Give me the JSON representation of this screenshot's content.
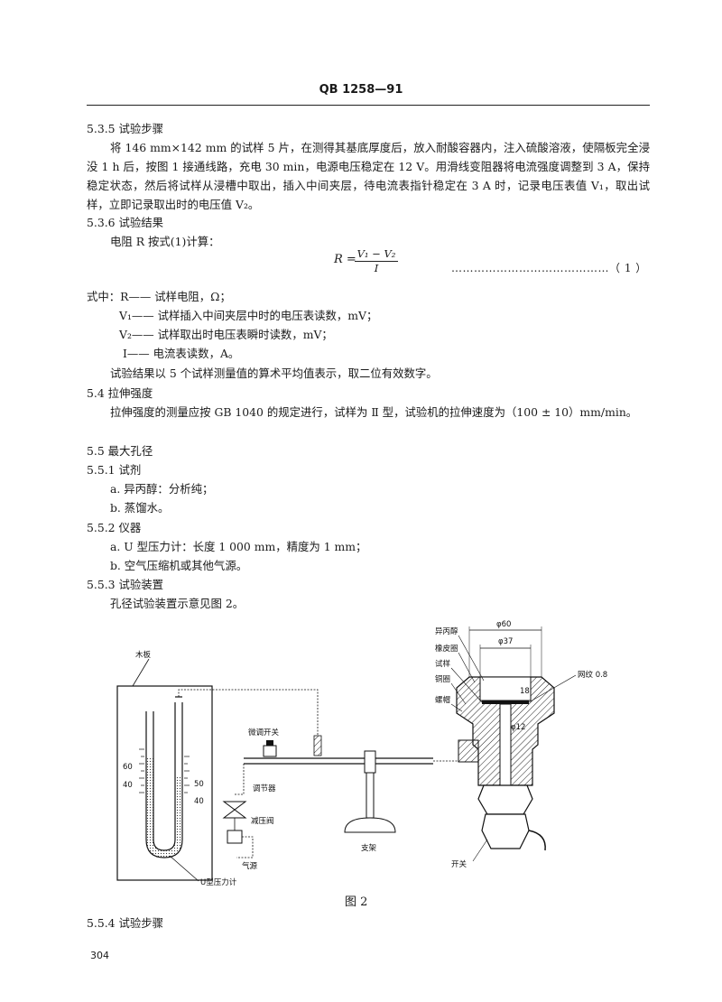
{
  "header": {
    "doc_code": "QB 1258—91"
  },
  "s535": {
    "heading": "5.3.5  试验步骤",
    "text": "将 146 mm×142 mm 的试样 5 片，在测得其基底厚度后，放入耐酸容器内，注入硫酸溶液，使隔板完全浸没 1 h 后，按图 1 接通线路，充电 30 min，电源电压稳定在 12 V。用滑线变阻器将电流强度调整到 3 A，保持稳定状态，然后将试样从浸槽中取出，插入中间夹层，待电流表指针稳定在 3 A 时，记录电压表值 V₁，取出试样，立即记录取出时的电压值 V₂。"
  },
  "s536": {
    "heading": "5.3.6  试验结果",
    "intro": "电阻 R 按式(1)计算：",
    "formula_lhs": "R = ",
    "formula_num": "V₁ − V₂",
    "formula_den": "I",
    "formula_dots": "……………………………………（ 1 ）",
    "where": "式中：R—— 试样电阻，Ω；",
    "v1": "V₁—— 试样插入中间夹层中时的电压表读数，mV；",
    "v2": "V₂—— 试样取出时电压表瞬时读数，mV；",
    "i": "I—— 电流表读数，A。",
    "result": "试验结果以 5 个试样测量值的算术平均值表示，取二位有效数字。"
  },
  "s54": {
    "heading": "5.4  拉伸强度",
    "text": "拉伸强度的测量应按 GB 1040 的规定进行，试样为 Ⅱ 型，试验机的拉伸速度为（100 ± 10）mm/min。"
  },
  "s55": {
    "heading": "5.5  最大孔径"
  },
  "s551": {
    "heading": "5.5.1  试剂",
    "a": "a.   异丙醇：分析纯；",
    "b": "b.   蒸馏水。"
  },
  "s552": {
    "heading": "5.5.2  仪器",
    "a": "a.   U 型压力计：长度 1 000 mm，精度为 1 mm；",
    "b": "b.   空气压缩机或其他气源。"
  },
  "s553": {
    "heading": "5.5.3  试验装置",
    "text": "孔径试验装置示意见图 2。"
  },
  "figure": {
    "caption": "图 2",
    "labels": {
      "board": "木板",
      "fine_switch": "微调开关",
      "regulator": "调节器",
      "reducer": "减压阀",
      "gas": "气源",
      "manometer": "U型压力计",
      "stand": "支架",
      "switch": "开关",
      "ipa": "异丙醇",
      "gasket": "橡皮圈",
      "sample": "试样",
      "copper_ring": "铜圈",
      "cap": "螺帽",
      "mesh": "网纹 0.8",
      "d60": "φ60",
      "d37": "φ37",
      "d12": "φ12",
      "h18": "18",
      "t60": "60",
      "t50": "50",
      "t40": "40",
      "t40b": "40"
    }
  },
  "s554": {
    "heading": "5.5.4  试验步骤"
  },
  "page_number": "304"
}
